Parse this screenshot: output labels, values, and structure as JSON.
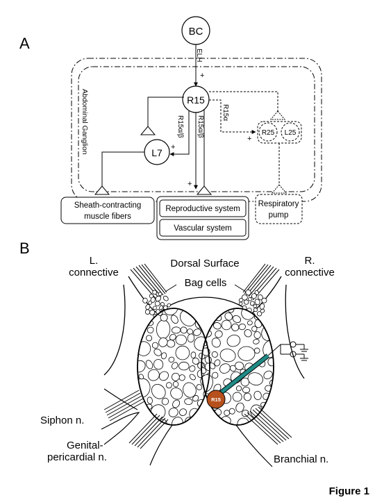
{
  "panels": {
    "a": "A",
    "b": "B"
  },
  "figure_label": "Figure 1",
  "panel_a": {
    "cells": {
      "bc": "BC",
      "r15": "R15",
      "l7": "L7",
      "r25": "R25",
      "l25": "L25"
    },
    "pathways": {
      "elh": "ELH",
      "r15_alpha_beta_left": "R15α/β",
      "r15_alpha_beta_right": "R15α/β",
      "r15_alpha": "R15α"
    },
    "plus": "+",
    "ganglion": "Abdominal Ganglion",
    "targets": {
      "sheath_1": "Sheath-contracting",
      "sheath_2": "muscle fibers",
      "reproductive": "Reproductive system",
      "vascular": "Vascular system",
      "respiratory_1": "Respiratory",
      "respiratory_2": "pump"
    }
  },
  "panel_b": {
    "l_connective_1": "L.",
    "l_connective_2": "connective",
    "dorsal_surface": "Dorsal Surface",
    "r_connective_1": "R.",
    "r_connective_2": "connective",
    "bag_cells": "Bag cells",
    "siphon": "Siphon n.",
    "genital_1": "Genital-",
    "genital_2": "pericardial n.",
    "branchial": "Branchial n.",
    "r15_neuron": "R15",
    "colors": {
      "r15_fill": "#b6501c",
      "electrode": "#1f8a86"
    }
  }
}
